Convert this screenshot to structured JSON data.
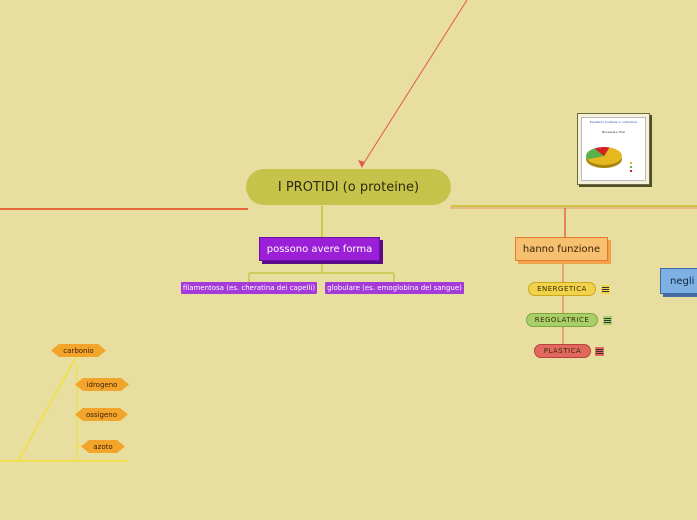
{
  "central": {
    "label": "I PROTIDI (o proteine)"
  },
  "form": {
    "label": "possono avere forma",
    "items": [
      "filamentosa (es. cheratina dei capelli)",
      "globulare (es. emoglobina del sangue)"
    ]
  },
  "functions": {
    "label": "hanno funzione",
    "items": [
      "ENERGETICA",
      "REGOLATRICE",
      "PLASTICA"
    ]
  },
  "right_node": {
    "label": "negli"
  },
  "elements": [
    "carbonio",
    "idrogeno",
    "ossigeno",
    "azoto"
  ],
  "image": {
    "title": "Equilibrio proteine in nutrizione",
    "subtitle": "Necessario fissi",
    "slices": [
      {
        "value": 64,
        "color": "#e6b820"
      },
      {
        "value": 22,
        "color": "#5ab04a"
      },
      {
        "value": 14,
        "color": "#d42020"
      }
    ]
  },
  "colors": {
    "background": "#e8dea0",
    "purple": "#9a1fd6",
    "orange": "#f3a42a"
  }
}
